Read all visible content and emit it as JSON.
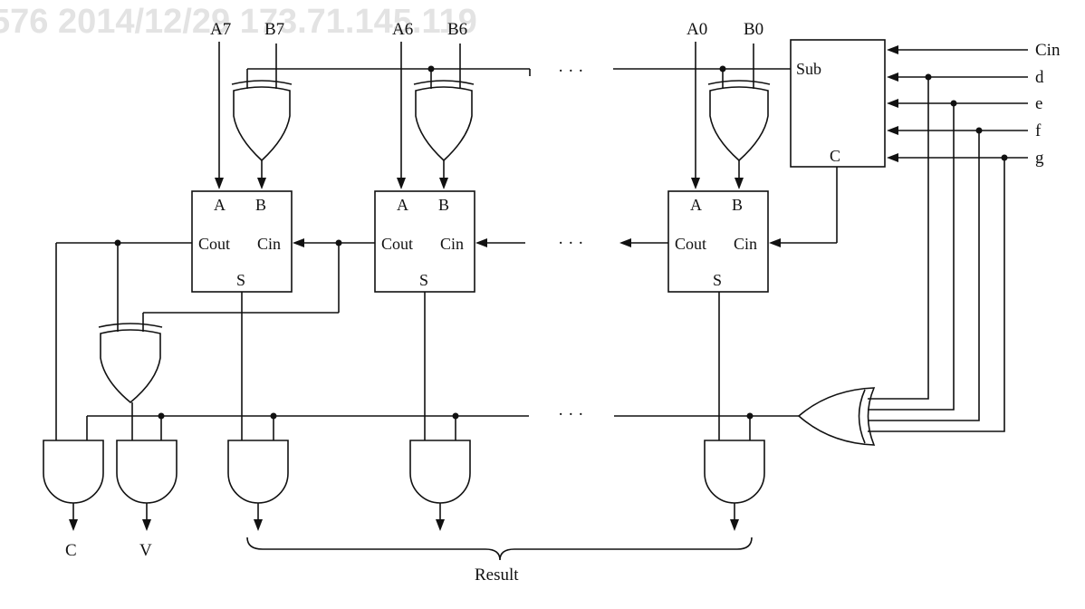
{
  "watermark": "576 2014/12/29 173.71.145.119",
  "inputs": {
    "a7": "A7",
    "b7": "B7",
    "a6": "A6",
    "b6": "B6",
    "a0": "A0",
    "b0": "B0"
  },
  "controls": {
    "cin": "Cin",
    "d": "d",
    "e": "e",
    "f": "f",
    "g": "g"
  },
  "sub_block": {
    "sub": "Sub",
    "c": "C"
  },
  "adder": {
    "a": "A",
    "b": "B",
    "cout": "Cout",
    "cin": "Cin",
    "s": "S"
  },
  "ellipsis": "· · ·",
  "outputs": {
    "c": "C",
    "v": "V",
    "result": "Result"
  }
}
